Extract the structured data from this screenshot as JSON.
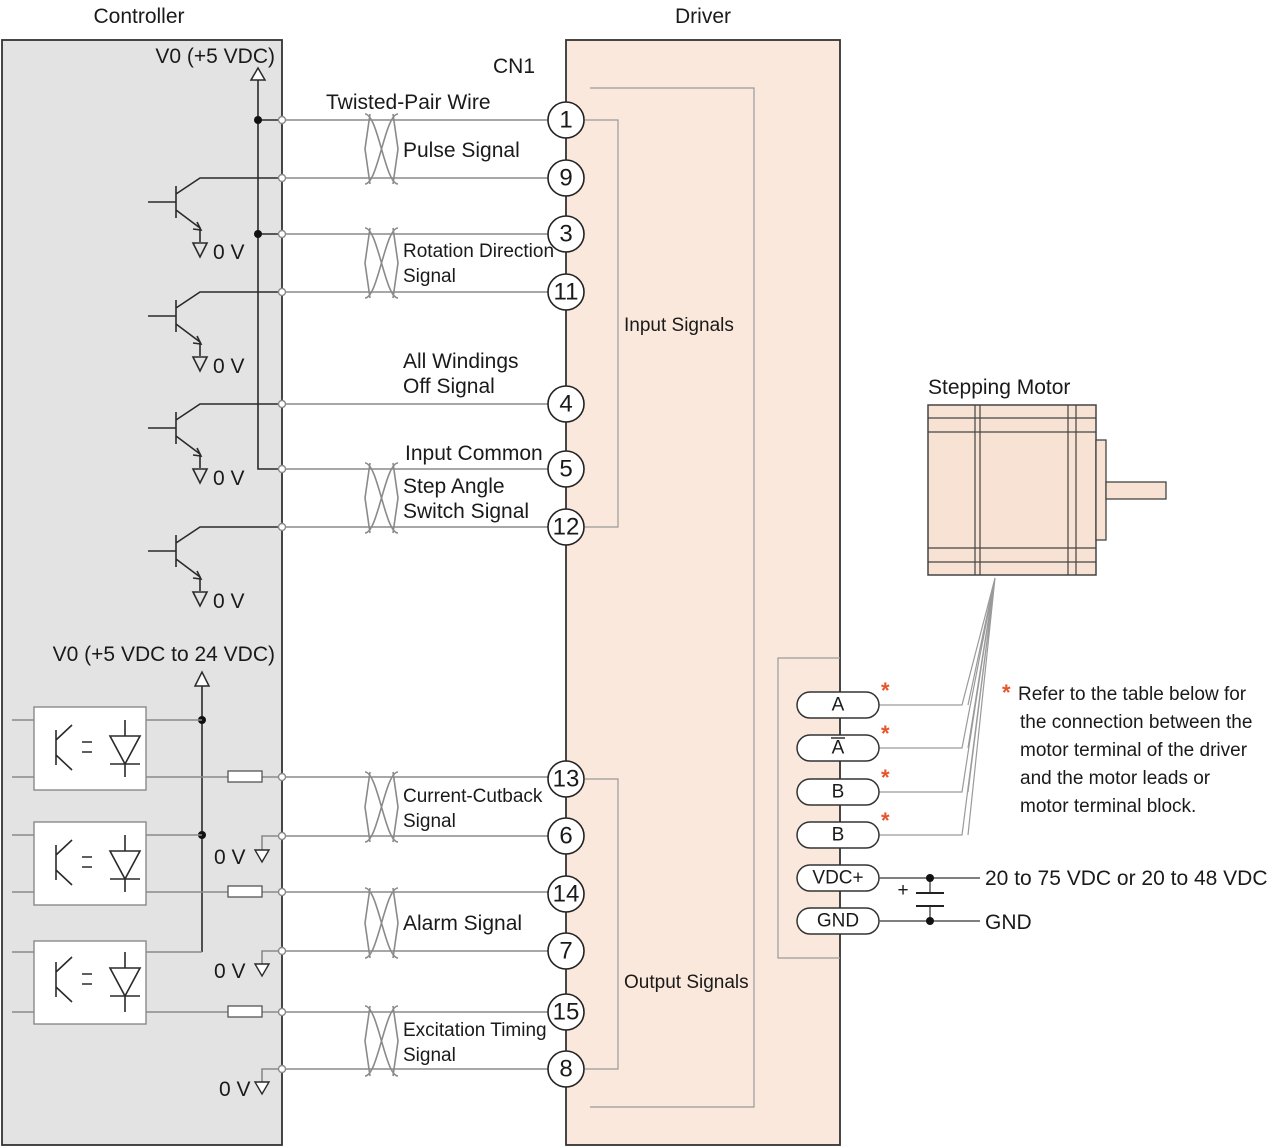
{
  "headers": {
    "controller": "Controller",
    "driver": "Driver",
    "cn1": "CN1"
  },
  "supply": {
    "top": "V0 (+5 VDC)",
    "bottom": "V0 (+5 VDC to 24 VDC)",
    "ground": "0 V"
  },
  "wire_label": "Twisted-Pair Wire",
  "signals": {
    "pulse": "Pulse Signal",
    "rotation_1": "Rotation Direction",
    "rotation_2": "Signal",
    "awo_1": "All Windings",
    "awo_2": "Off Signal",
    "common": "Input Common",
    "step_1": "Step Angle",
    "step_2": "Switch Signal",
    "cutback_1": "Current-Cutback",
    "cutback_2": "Signal",
    "alarm": "Alarm Signal",
    "excitation_1": "Excitation Timing",
    "excitation_2": "Signal"
  },
  "pins": [
    "1",
    "9",
    "3",
    "11",
    "4",
    "5",
    "12",
    "13",
    "6",
    "14",
    "7",
    "15",
    "8"
  ],
  "groups": {
    "input": "Input Signals",
    "output": "Output Signals"
  },
  "motor": {
    "title": "Stepping Motor"
  },
  "terminals": [
    "A",
    "A",
    "B",
    "B",
    "VDC+",
    "GND"
  ],
  "power": {
    "vdc": "20 to 75 VDC or 20 to 48 VDC",
    "gnd": "GND",
    "plus": "+"
  },
  "note": {
    "star": "*",
    "lines": [
      "Refer to the table below for",
      "the connection between the",
      "motor terminal of the driver",
      "and the motor leads or",
      "motor terminal block."
    ]
  },
  "colors": {
    "controller_fill": "#e3e3e3",
    "driver_fill": "#fbe8dc",
    "motor_fill": "#f7e2d3",
    "star": "#e8542a"
  }
}
